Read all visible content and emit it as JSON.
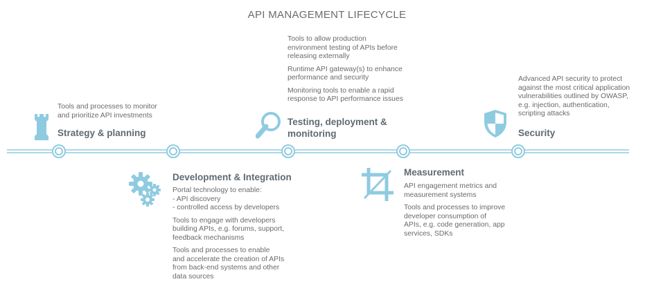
{
  "title": "API MANAGEMENT LIFECYCLE",
  "colors": {
    "accent": "#8fcbe0",
    "heading": "#5f6a72",
    "text": "#6a6a6a"
  },
  "stages": {
    "strategy": {
      "icon": "chess-rook-icon",
      "heading": "Strategy & planning",
      "lines": [
        "Tools and processes to monitor",
        "and prioritize API investments"
      ]
    },
    "development": {
      "icon": "gears-icon",
      "heading": "Development & Integration",
      "paragraphs": [
        [
          "Portal technology to enable:",
          "- API discovery",
          "- controlled access by developers"
        ],
        [
          "Tools to engage with developers",
          "building APIs, e.g. forums, support,",
          "feedback mechanisms"
        ],
        [
          "Tools and processes to enable",
          "and accelerate the creation of APIs",
          "from back-end systems and other",
          "data sources"
        ]
      ]
    },
    "testing": {
      "icon": "magnifier-icon",
      "heading_lines": [
        "Testing, deployment &",
        "monitoring"
      ],
      "paragraphs": [
        [
          "Tools to allow production",
          "environment testing of APIs before",
          "releasing externally"
        ],
        [
          "Runtime API gateway(s) to enhance",
          "performance and security"
        ],
        [
          "Monitoring tools to enable a rapid",
          "response to API performance issues"
        ]
      ]
    },
    "measurement": {
      "icon": "crop-icon",
      "heading": "Measurement",
      "paragraphs": [
        [
          "API engagement metrics and",
          "measurement systems"
        ],
        [
          "Tools and processes to improve",
          "developer consumption of",
          "APIs, e.g. code generation, app",
          "services, SDKs"
        ]
      ]
    },
    "security": {
      "icon": "shield-icon",
      "heading": "Security",
      "lines": [
        "Advanced API security to protect",
        "against the most critical application",
        "vulnerabilities outlined by OWASP,",
        "e.g. injection, authentication,",
        "scripting attacks"
      ]
    }
  }
}
